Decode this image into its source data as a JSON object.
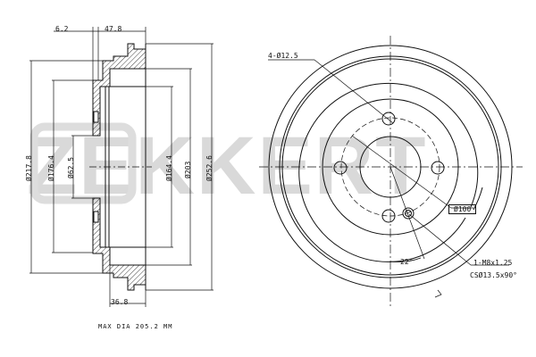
{
  "watermark": {
    "brand": "ZEKKERT"
  },
  "side_view": {
    "dim_flange_thickness": "6.2",
    "dim_width": "47.8",
    "dim_depth": "36.8",
    "dia_217_8": "Ø217.8",
    "dia_176_4": "Ø176.4",
    "dia_62_5": "Ø62.5",
    "dia_164_4": "Ø164.4",
    "dia_203": "Ø203",
    "dia_252_6": "Ø252.6",
    "max_dia_note": "MAX DIA 205.2 MM"
  },
  "front_view": {
    "bolt_holes": "4-Ø12.5",
    "pcd": "Ø100",
    "angle": "22°",
    "thread": "1-M8x1.25",
    "countersink": "CSØ13.5x90°"
  }
}
